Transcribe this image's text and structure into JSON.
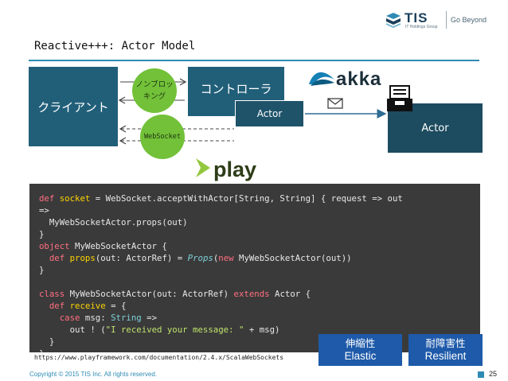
{
  "header": {
    "logo_text": "TIS",
    "logo_sub": "IT Holdings Group",
    "tagline": "Go Beyond"
  },
  "title": "Reactive+++: Actor Model",
  "diagram": {
    "client_label": "クライアント",
    "controller_label": "コントローラ",
    "actor_small_label": "Actor",
    "actor_big_label": "Actor",
    "nonblocking_line1": "ノンブロッ",
    "nonblocking_line2": "キング",
    "websocket_label": "WebSocket",
    "akka_logo": "akka",
    "play_logo": "play",
    "colors": {
      "box_dark": "#215f79",
      "circle_green": "#72c139",
      "arrow_blue": "#2f6d93"
    }
  },
  "code": {
    "lines": [
      "def socket = WebSocket.acceptWithActor[String, String] { request => out",
      "=>",
      "  MyWebSocketActor.props(out)",
      "}",
      "object MyWebSocketActor {",
      "  def props(out: ActorRef) = Props(new MyWebSocketActor(out))",
      "}",
      "",
      "class MyWebSocketActor(out: ActorRef) extends Actor {",
      "  def receive = {",
      "    case msg: String =>",
      "      out ! (\"I received your message: \" + msg)",
      "  }",
      "}"
    ]
  },
  "source_url": "https://www.playframework.com/documentation/2.4.x/ScalaWebSockets",
  "badges": [
    {
      "jp": "伸縮性",
      "en": "Elastic"
    },
    {
      "jp": "耐障害性",
      "en": "Resilient"
    }
  ],
  "footer": {
    "copyright": "Copyright © 2015 TIS Inc. All rights reserved.",
    "page_number": "25"
  }
}
